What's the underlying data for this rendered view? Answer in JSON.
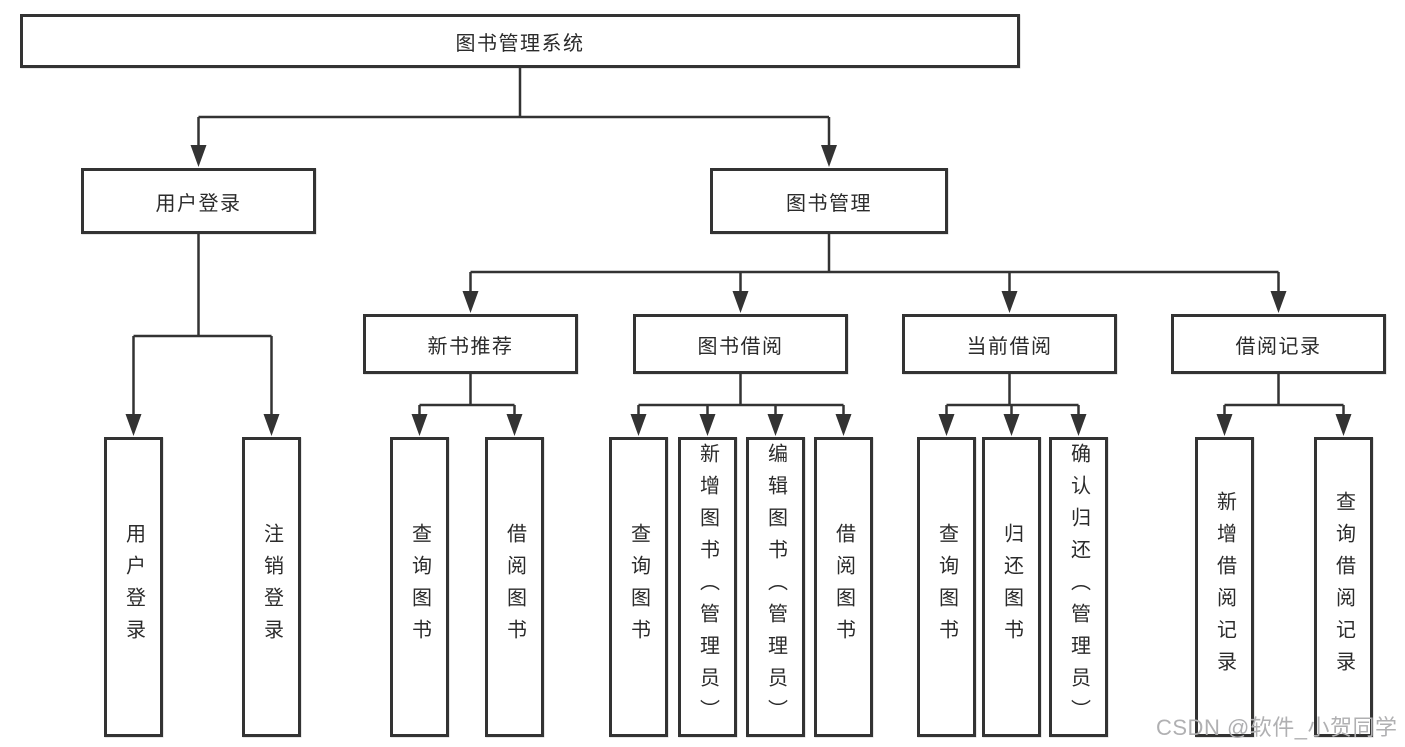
{
  "diagram": {
    "root": {
      "label": "图书管理系统"
    },
    "level2": [
      {
        "label": "用户登录"
      },
      {
        "label": "图书管理"
      }
    ],
    "level3": [
      {
        "label": "新书推荐",
        "parent": "图书管理"
      },
      {
        "label": "图书借阅",
        "parent": "图书管理"
      },
      {
        "label": "当前借阅",
        "parent": "图书管理"
      },
      {
        "label": "借阅记录",
        "parent": "图书管理"
      }
    ],
    "leaves": [
      {
        "label": "用户登录",
        "parent": "用户登录"
      },
      {
        "label": "注销登录",
        "parent": "用户登录"
      },
      {
        "label": "查询图书",
        "parent": "新书推荐"
      },
      {
        "label": "借阅图书",
        "parent": "新书推荐"
      },
      {
        "label": "查询图书",
        "parent": "图书借阅"
      },
      {
        "label": "新增图书（管理员）",
        "parent": "图书借阅"
      },
      {
        "label": "编辑图书（管理员）",
        "parent": "图书借阅"
      },
      {
        "label": "借阅图书",
        "parent": "图书借阅"
      },
      {
        "label": "查询图书",
        "parent": "当前借阅"
      },
      {
        "label": "归还图书",
        "parent": "当前借阅"
      },
      {
        "label": "确认归还（管理员）",
        "parent": "当前借阅"
      },
      {
        "label": "新增借阅记录",
        "parent": "借阅记录"
      },
      {
        "label": "查询借阅记录",
        "parent": "借阅记录"
      }
    ]
  },
  "watermark": {
    "text": "CSDN @软件_小贺同学"
  },
  "colors": {
    "line": "#333333",
    "text": "#2b2b2b",
    "background": "#ffffff",
    "watermark": "#b0b0b2"
  }
}
